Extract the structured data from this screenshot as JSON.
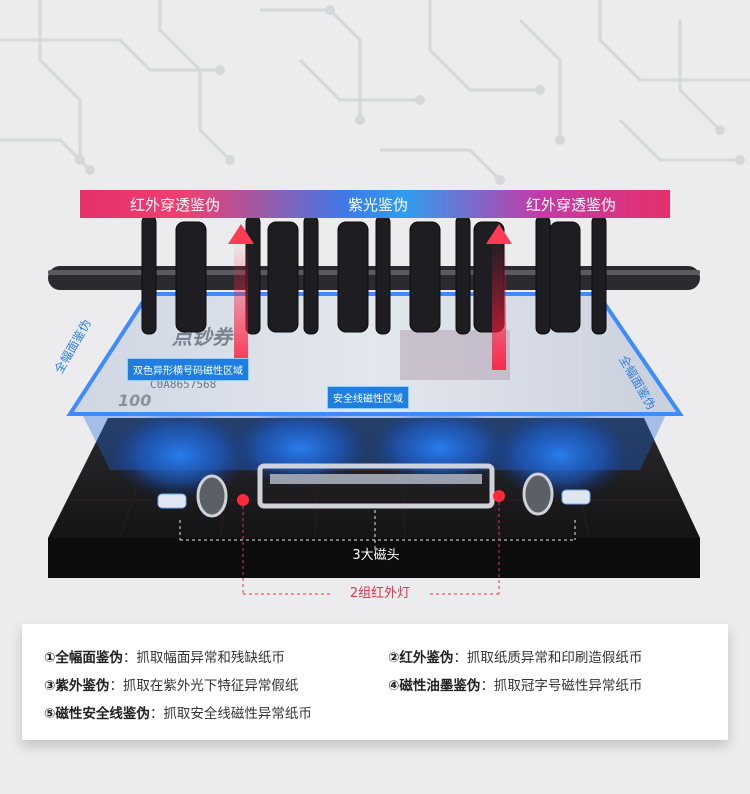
{
  "banner": {
    "left": "红外穿透鉴伪",
    "center": "紫光鉴伪",
    "right": "红外穿透鉴伪"
  },
  "note": {
    "brand": "点钞券",
    "serial": "C0A8657568",
    "denomination": "100"
  },
  "regions": {
    "magnetic_number": "双色异形横号码磁性区域",
    "security_thread": "安全线磁性区域",
    "full_left": "全幅面鉴伪",
    "full_right": "全幅面鉴伪"
  },
  "labels": {
    "magnet_heads": "3大磁头",
    "ir_lamps": "2组红外灯"
  },
  "features": [
    {
      "title": "①全幅面鉴伪",
      "desc": "：抓取幅面异常和残缺纸币"
    },
    {
      "title": "②红外鉴伪",
      "desc": "：抓取纸质异常和印刷造假纸币"
    },
    {
      "title": "③紫外鉴伪",
      "desc": "：抓取在紫外光下特征异常假纸"
    },
    {
      "title": "④磁性油墨鉴伪",
      "desc": "：抓取冠字号磁性异常纸币"
    },
    {
      "title": "⑤磁性安全线鉴伪",
      "desc": "：抓取安全线磁性异常纸币"
    }
  ],
  "colors": {
    "accent_blue": "#2d7fe0",
    "accent_red": "#e4334b",
    "accent_pink": "#e5306a"
  }
}
